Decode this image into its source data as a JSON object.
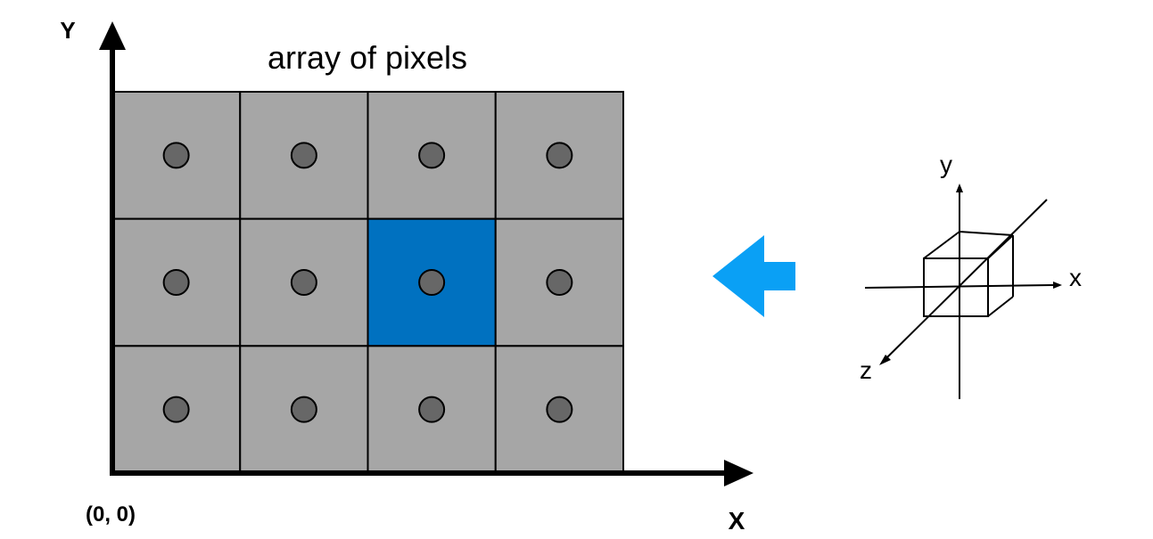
{
  "title": "array of pixels",
  "grid": {
    "columns": 4,
    "rows": 3,
    "highlighted_cell": {
      "row": 1,
      "col": 2
    }
  },
  "axes2d": {
    "y_label": "Y",
    "x_label": "X",
    "origin_label": "(0, 0)"
  },
  "axes3d": {
    "x_label": "x",
    "y_label": "y",
    "z_label": "z"
  },
  "arrow": {
    "direction": "left"
  },
  "colors": {
    "cell_fill": "#a6a6a6",
    "cell_border": "#000000",
    "highlight_fill": "#0071c0",
    "dot_fill": "#676767",
    "arrow_fill": "#0aa0f5",
    "axis": "#000000"
  }
}
